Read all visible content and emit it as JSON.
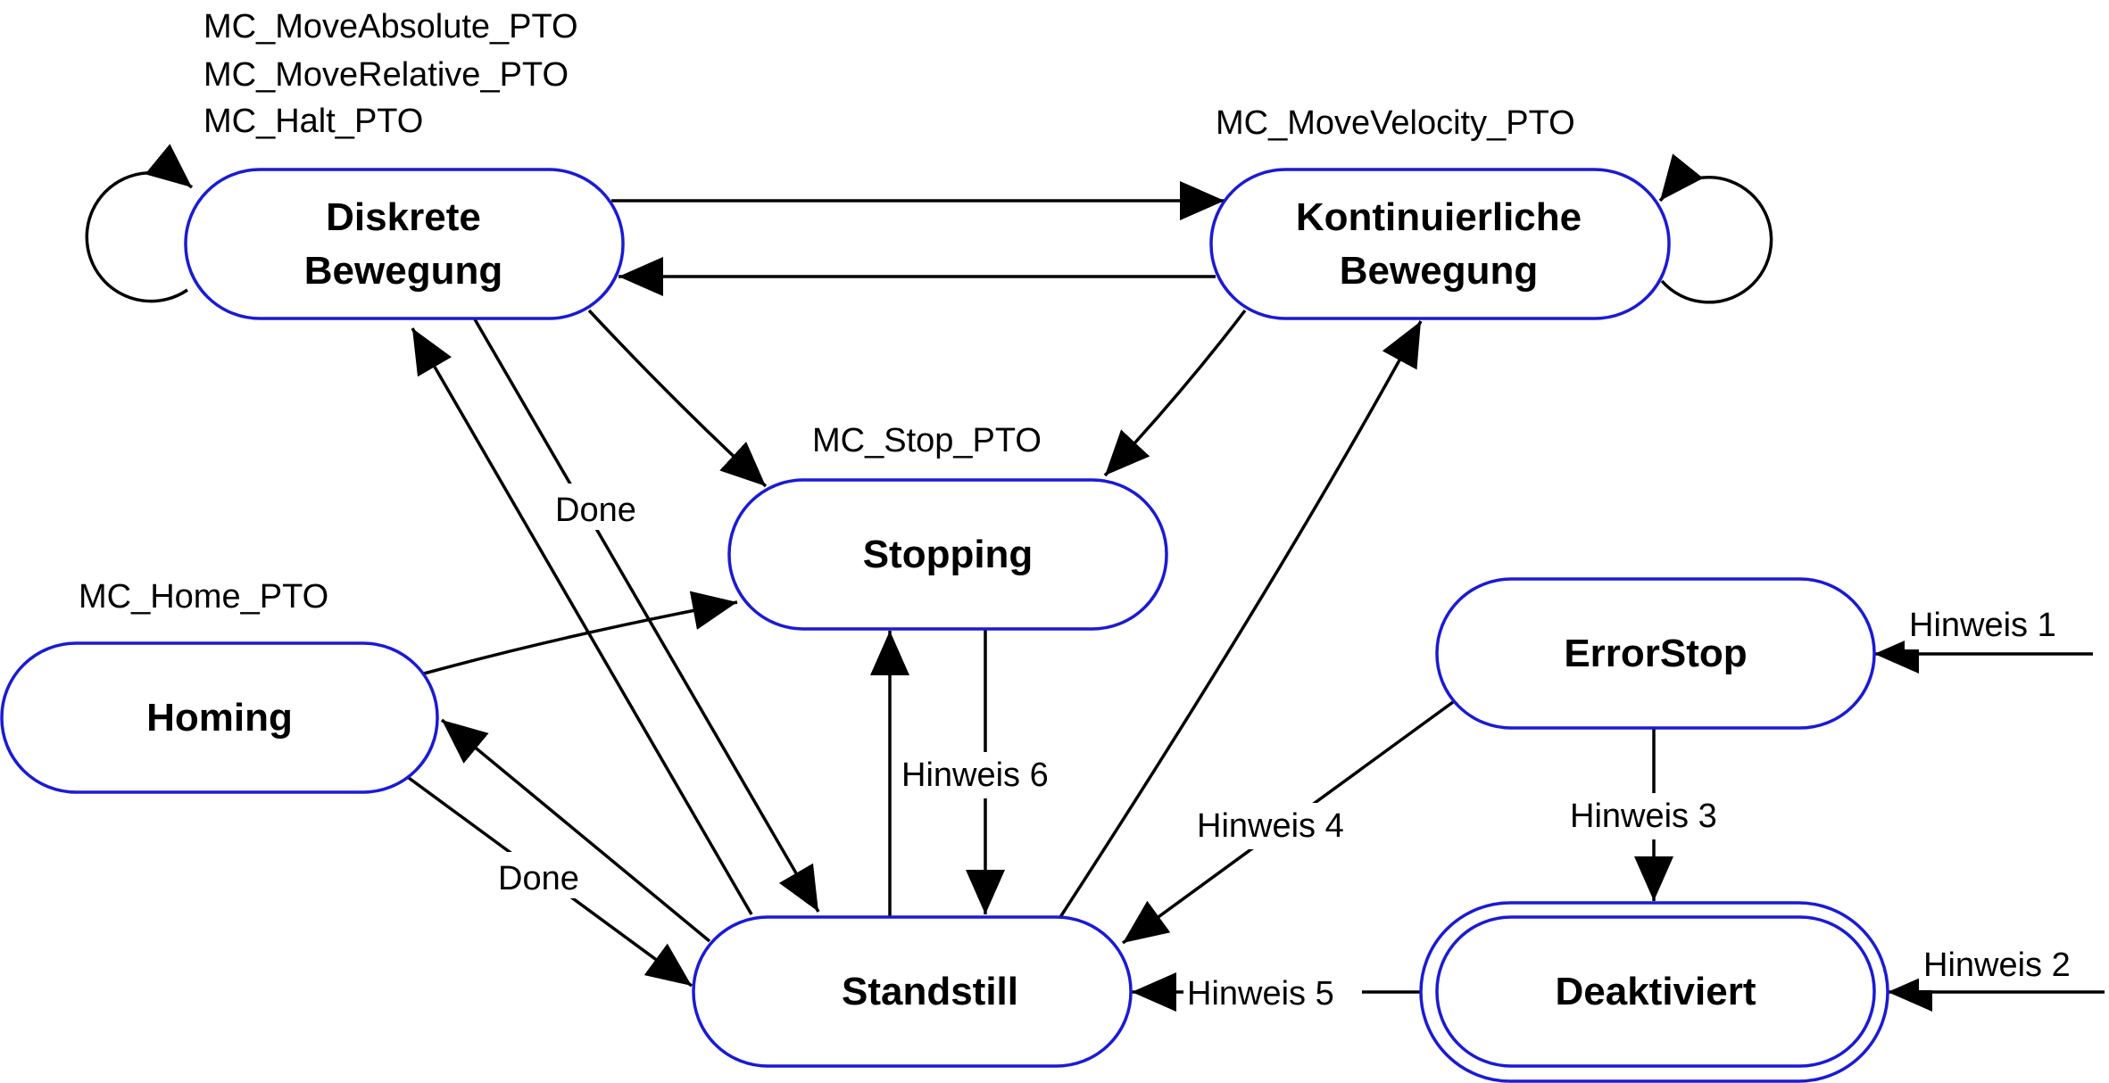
{
  "states": {
    "diskrete": {
      "line1": "Diskrete",
      "line2": "Bewegung"
    },
    "kontinuierliche": {
      "line1": "Kontinuierliche",
      "line2": "Bewegung"
    },
    "stopping": {
      "label": "Stopping"
    },
    "homing": {
      "label": "Homing"
    },
    "standstill": {
      "label": "Standstill"
    },
    "errorstop": {
      "label": "ErrorStop"
    },
    "deaktiviert": {
      "label": "Deaktiviert"
    }
  },
  "notes": {
    "diskrete_fb_1": "MC_MoveAbsolute_PTO",
    "diskrete_fb_2": "MC_MoveRelative_PTO",
    "diskrete_fb_3": "MC_Halt_PTO",
    "kontinuierliche_fb": "MC_MoveVelocity_PTO",
    "stopping_fb": "MC_Stop_PTO",
    "homing_fb": "MC_Home_PTO"
  },
  "edges": {
    "diskrete_done": "Done",
    "homing_done": "Done",
    "hinweis_1": "Hinweis 1",
    "hinweis_2": "Hinweis 2",
    "hinweis_3": "Hinweis 3",
    "hinweis_4": "Hinweis 4",
    "hinweis_5": "Hinweis 5",
    "hinweis_6": "Hinweis 6"
  },
  "colors": {
    "state_border": "#1a1ad6",
    "line": "#000000",
    "background": "#ffffff"
  }
}
